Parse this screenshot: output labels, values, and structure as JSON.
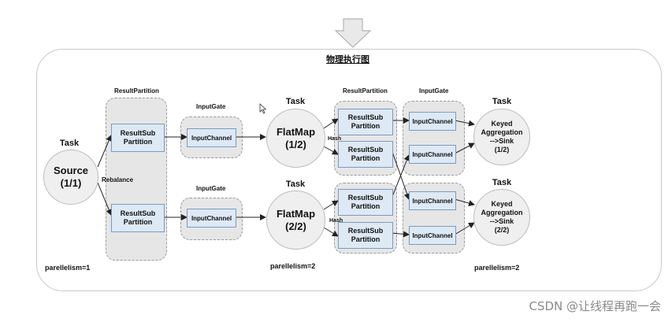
{
  "title": "物理执行图",
  "source_node": {
    "task_label": "Task",
    "name": "Source",
    "index": "(1/1)"
  },
  "rebalance_label": "Rebalance",
  "hash_label": "Hash",
  "result_partition_label": "ResultPartition",
  "input_gate_label": "InputGate",
  "result_sub_partition_label": "ResultSub Partition",
  "input_channel_label": "InputChannel",
  "flatmap_nodes": [
    {
      "task_label": "Task",
      "name": "FlatMap",
      "index": "(1/2)"
    },
    {
      "task_label": "Task",
      "name": "FlatMap",
      "index": "(2/2)"
    }
  ],
  "sink_nodes": [
    {
      "task_label": "Task",
      "line1": "Keyed",
      "line2": "Aggregation",
      "line3": "-->Sink",
      "index": "(1/2)"
    },
    {
      "task_label": "Task",
      "line1": "Keyed",
      "line2": "Aggregation",
      "line3": "-->Sink",
      "index": "(2/2)"
    }
  ],
  "parallelism": [
    "parellelism=1",
    "parellelism=2",
    "parellelism=2"
  ],
  "watermark": "CSDN @让线程再跑一会",
  "colors": {
    "box_fill": "#dde9f5",
    "box_border": "#7a9bbd",
    "group_fill": "#e6e6e6",
    "node_fill": "#efefef"
  }
}
